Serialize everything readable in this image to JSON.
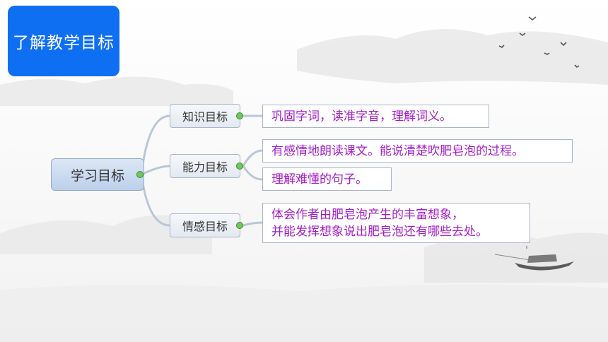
{
  "header": {
    "title": "了解教学目标"
  },
  "mindmap": {
    "root": "学习目标",
    "branches": [
      {
        "label": "知识目标",
        "items": [
          "巩固字词，读准字音，理解词义。"
        ]
      },
      {
        "label": "能力目标",
        "items": [
          "有感情地朗读课文。能说清楚吹肥皂泡的过程。",
          "理解难懂的句子。"
        ]
      },
      {
        "label": "情感目标",
        "items": [
          {
            "line1": "体会作者由肥皂泡产生的丰富想象，",
            "line2": "并能发挥想象说出肥皂泡还有哪些去处。"
          }
        ]
      }
    ]
  },
  "colors": {
    "title_bg": "#0f6ff2",
    "leaf_text": "#a41dc7",
    "connector": "#b8c6d8"
  },
  "decorations": [
    "ink-wash-mountains",
    "flying-birds",
    "fishing-boat"
  ]
}
